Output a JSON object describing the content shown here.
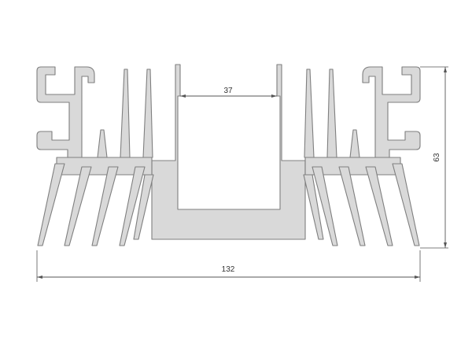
{
  "diagram": {
    "colors": {
      "profile_fill": "#d9d9d9",
      "profile_stroke": "#7f7f7f",
      "dimension": "#555555"
    },
    "dimensions": {
      "channel_width": "37",
      "height": "63",
      "total_width": "132"
    }
  }
}
